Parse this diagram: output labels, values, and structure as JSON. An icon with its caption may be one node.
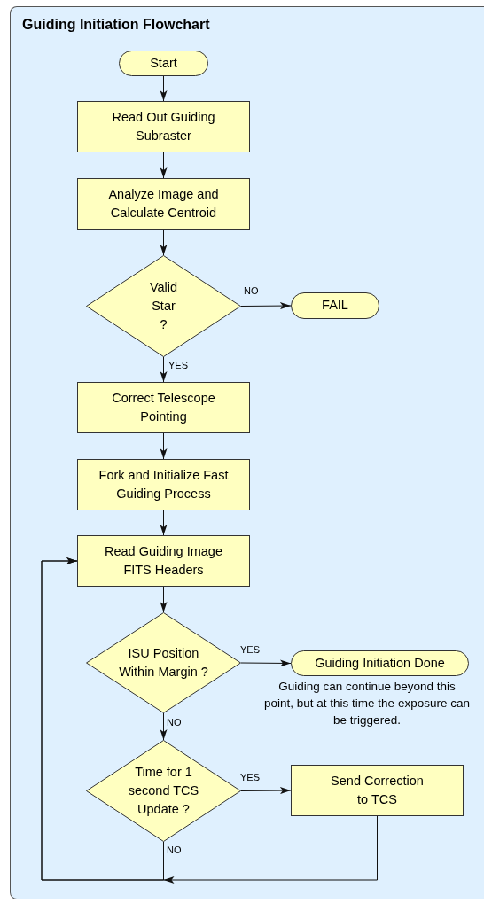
{
  "diagram": {
    "title": "Guiding Initiation Flowchart",
    "nodes": [
      {
        "text": [
          "Start"
        ]
      },
      {
        "text": [
          "Read Out Guiding Subraster"
        ]
      },
      {
        "text": [
          "Analyze Image and Calculate Centroid"
        ]
      },
      {
        "text": [
          "Valid Star ?"
        ]
      },
      {
        "text": [
          "FAIL"
        ]
      },
      {
        "text": [
          "Correct Telescope Pointing"
        ]
      },
      {
        "text": [
          "Fork and Initialize Fast Guiding Process"
        ]
      },
      {
        "text": [
          "Read Guiding Image FITS Headers"
        ]
      },
      {
        "text": [
          "ISU Position Within Margin ?"
        ]
      },
      {
        "text": [
          "Guiding Initiation Done"
        ],
        "beside": [
          "Guiding can continue beyond this point, but at this time the exposure can be triggered."
        ]
      },
      {
        "text": [
          "Time for 1 second TCS Update ?"
        ]
      },
      {
        "text": [
          "Send Correction to TCS"
        ]
      }
    ],
    "edges": [
      {
        "from": 0,
        "to": 1,
        "arrow": "to"
      },
      {
        "from": 1,
        "to": 2,
        "arrow": "to"
      },
      {
        "from": 2,
        "to": 3,
        "arrow": "to"
      },
      {
        "from": 3,
        "to": 4,
        "arrow": "to",
        "label": "NO"
      },
      {
        "from": 3,
        "to": 5,
        "arrow": "to",
        "label": "YES"
      },
      {
        "from": 5,
        "to": 6,
        "arrow": "to"
      },
      {
        "from": 6,
        "to": 7,
        "arrow": "to"
      },
      {
        "from": 7,
        "to": 8,
        "arrow": "to"
      },
      {
        "from": 8,
        "to": 9,
        "arrow": "to",
        "label": "YES"
      },
      {
        "from": 8,
        "to": 10,
        "arrow": "to",
        "label": "NO"
      },
      {
        "from": 10,
        "to": 11,
        "arrow": "to",
        "label": "YES"
      },
      {
        "from": 10,
        "to": 7,
        "arrow": "to",
        "label": "NO"
      },
      {
        "from": 11,
        "to": 7,
        "arrow": "to"
      }
    ]
  }
}
